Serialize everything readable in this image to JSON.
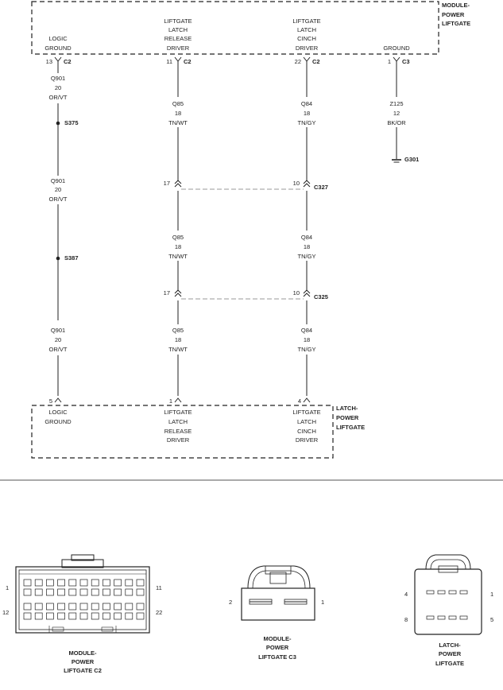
{
  "modules": {
    "top": {
      "name": [
        "MODULE-",
        "POWER",
        "LIFTGATE"
      ],
      "pins": [
        {
          "lines": [
            "LOGIC",
            "GROUND"
          ]
        },
        {
          "lines": [
            "LIFTGATE",
            "LATCH",
            "RELEASE",
            "DRIVER"
          ]
        },
        {
          "lines": [
            "LIFTGATE",
            "LATCH",
            "CINCH",
            "DRIVER"
          ]
        },
        {
          "lines": [
            "GROUND"
          ]
        }
      ]
    },
    "bottom": {
      "name": [
        "LATCH-",
        "POWER",
        "LIFTGATE"
      ],
      "pins": [
        {
          "lines": [
            "LOGIC",
            "GROUND"
          ]
        },
        {
          "lines": [
            "LIFTGATE",
            "LATCH",
            "RELEASE",
            "DRIVER"
          ]
        },
        {
          "lines": [
            "LIFTGATE",
            "LATCH",
            "CINCH",
            "DRIVER"
          ]
        }
      ]
    }
  },
  "top_connectors": [
    {
      "pin": "13",
      "conn": "C2"
    },
    {
      "pin": "11",
      "conn": "C2"
    },
    {
      "pin": "22",
      "conn": "C2"
    },
    {
      "pin": "1",
      "conn": "C3"
    }
  ],
  "bottom_pins": [
    "5",
    "1",
    "4"
  ],
  "wire_labels": {
    "logic_1": [
      "Q901",
      "20",
      "OR/VT"
    ],
    "logic_2": [
      "Q901",
      "20",
      "OR/VT"
    ],
    "logic_3": [
      "Q901",
      "20",
      "OR/VT"
    ],
    "release_1": [
      "Q85",
      "18",
      "TN/WT"
    ],
    "release_2": [
      "Q85",
      "18",
      "TN/WT"
    ],
    "release_3": [
      "Q85",
      "18",
      "TN/WT"
    ],
    "cinch_1": [
      "Q84",
      "18",
      "TN/GY"
    ],
    "cinch_2": [
      "Q84",
      "18",
      "TN/GY"
    ],
    "cinch_3": [
      "Q84",
      "18",
      "TN/GY"
    ],
    "ground": [
      "Z125",
      "12",
      "BK/OR"
    ]
  },
  "splices": [
    "S375",
    "S387"
  ],
  "ground_point": "G301",
  "inline_connectors": [
    {
      "name": "C327",
      "left_pin": "17",
      "right_pin": "10"
    },
    {
      "name": "C325",
      "left_pin": "17",
      "right_pin": "10"
    }
  ],
  "connector_views": {
    "c2": {
      "name": [
        "MODULE-",
        "POWER",
        "LIFTGATE C2"
      ],
      "pins": [
        "1",
        "11",
        "12",
        "22"
      ]
    },
    "c3": {
      "name": [
        "MODULE-",
        "POWER",
        "LIFTGATE C3"
      ],
      "pins": [
        "2",
        "1"
      ]
    },
    "latch": {
      "name": [
        "LATCH-",
        "POWER",
        "LIFTGATE"
      ],
      "pins": [
        "4",
        "1",
        "8",
        "5"
      ]
    }
  },
  "colors": {
    "line": "#222222",
    "dashed_link": "#999999",
    "divider": "#555555"
  }
}
